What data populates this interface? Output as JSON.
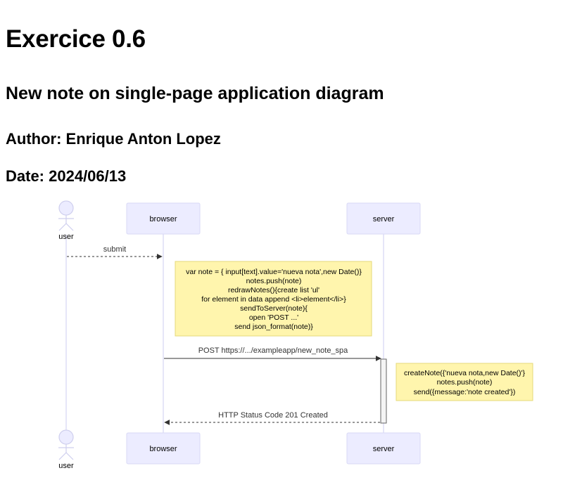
{
  "page": {
    "title": "Exercice 0.6",
    "subtitle": "New note on single-page application diagram",
    "author": "Author: Enrique Anton Lopez",
    "date": "Date: 2024/06/13"
  },
  "diagram": {
    "actors": {
      "user": "user",
      "browser": "browser",
      "server": "server"
    },
    "messages": {
      "submit": "submit",
      "post": "POST https://.../exampleapp/new_note_spa",
      "response": "HTTP Status Code 201 Created"
    },
    "browser_note": [
      "var note = { input[text].value='nueva nota',new Date()}",
      "notes.push(note)",
      "redrawNotes(){create list 'ul'",
      "for element in data append <li>element</li>}",
      "sendToServer(note){",
      "open 'POST ...'",
      "send json_format(note)}"
    ],
    "server_note": [
      "createNote({'nueva nota,new Date()'}",
      "notes.push(note)",
      "send({message:'note created'})"
    ]
  },
  "colors": {
    "actor_fill": "#ECECFF",
    "note_fill": "#fff5ad",
    "line": "#333333"
  }
}
